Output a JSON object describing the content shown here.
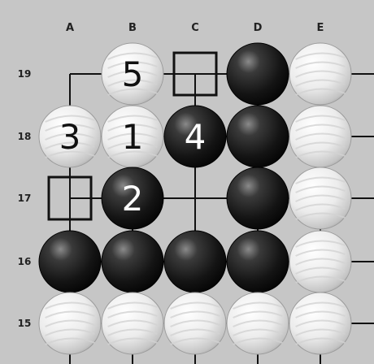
{
  "board": {
    "column_labels": [
      "A",
      "B",
      "C",
      "D",
      "E"
    ],
    "row_labels": [
      "19",
      "18",
      "17",
      "16",
      "15"
    ],
    "colors": {
      "background": "#c6c6c6",
      "line": "#111111",
      "black_stone": "#1a1a1a",
      "white_stone": "#f2f2f2",
      "marker": "#111111",
      "number_on_white": "#111111",
      "number_on_black": "#ffffff"
    }
  },
  "stones": [
    {
      "col": "B",
      "row": "19",
      "color": "white",
      "label": "5"
    },
    {
      "col": "D",
      "row": "19",
      "color": "black",
      "label": ""
    },
    {
      "col": "E",
      "row": "19",
      "color": "white",
      "label": ""
    },
    {
      "col": "A",
      "row": "18",
      "color": "white",
      "label": "3"
    },
    {
      "col": "B",
      "row": "18",
      "color": "white",
      "label": "1"
    },
    {
      "col": "C",
      "row": "18",
      "color": "black",
      "label": "4"
    },
    {
      "col": "D",
      "row": "18",
      "color": "black",
      "label": ""
    },
    {
      "col": "E",
      "row": "18",
      "color": "white",
      "label": ""
    },
    {
      "col": "B",
      "row": "17",
      "color": "black",
      "label": "2"
    },
    {
      "col": "D",
      "row": "17",
      "color": "black",
      "label": ""
    },
    {
      "col": "E",
      "row": "17",
      "color": "white",
      "label": ""
    },
    {
      "col": "A",
      "row": "16",
      "color": "black",
      "label": ""
    },
    {
      "col": "B",
      "row": "16",
      "color": "black",
      "label": ""
    },
    {
      "col": "C",
      "row": "16",
      "color": "black",
      "label": ""
    },
    {
      "col": "D",
      "row": "16",
      "color": "black",
      "label": ""
    },
    {
      "col": "E",
      "row": "16",
      "color": "white",
      "label": ""
    },
    {
      "col": "A",
      "row": "15",
      "color": "white",
      "label": ""
    },
    {
      "col": "B",
      "row": "15",
      "color": "white",
      "label": ""
    },
    {
      "col": "C",
      "row": "15",
      "color": "white",
      "label": ""
    },
    {
      "col": "D",
      "row": "15",
      "color": "white",
      "label": ""
    },
    {
      "col": "E",
      "row": "15",
      "color": "white",
      "label": ""
    }
  ],
  "markers": [
    {
      "col": "C",
      "row": "19",
      "shape": "square"
    },
    {
      "col": "A",
      "row": "17",
      "shape": "square"
    }
  ]
}
